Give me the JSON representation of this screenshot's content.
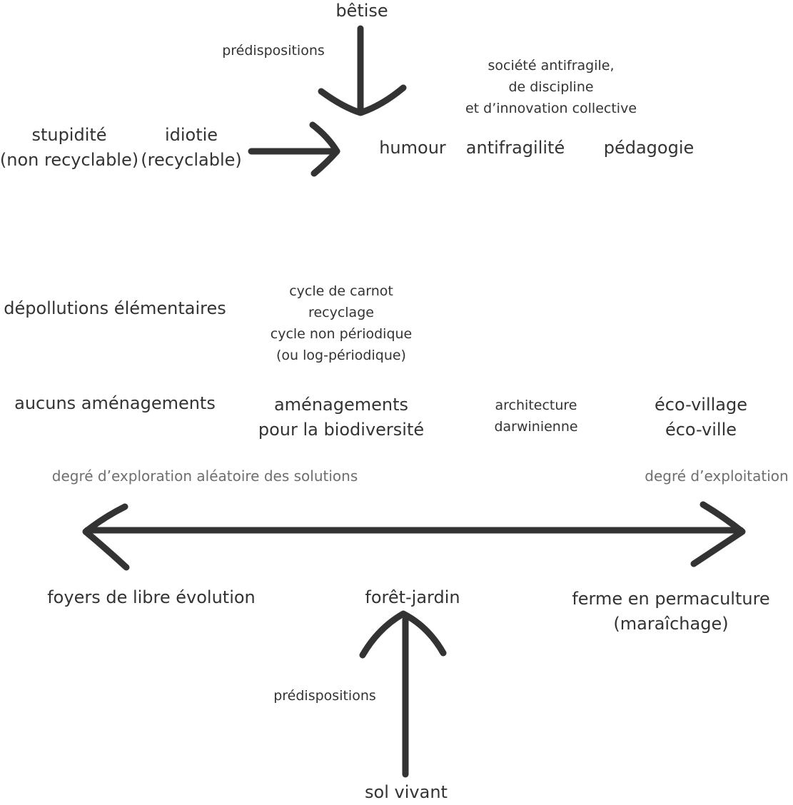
{
  "colors": {
    "ink": "#333333",
    "muted": "#6e6e6e",
    "background": "#ffffff"
  },
  "top": {
    "betise": "bêtise",
    "predispositions": "prédispositions",
    "societe": [
      "société antifragile,",
      "de discipline",
      "et d’innovation collective"
    ],
    "stupidite": [
      "stupidité",
      "(non recyclable)"
    ],
    "idiotie": [
      "idiotie",
      "(recyclable)"
    ],
    "humour": "humour",
    "antifragilite": "antifragilité",
    "pedagogie": "pédagogie"
  },
  "middle": {
    "depollutions": "dépollutions élémentaires",
    "cycle": [
      "cycle de carnot",
      "recyclage",
      "cycle non périodique",
      "(ou log-périodique)"
    ],
    "aucuns": "aucuns aménagements",
    "amenagements": [
      "aménagements",
      "pour la biodiversité"
    ],
    "architecture": [
      "architecture",
      "darwinienne"
    ],
    "eco": [
      "éco-village",
      "éco-ville"
    ]
  },
  "axis": {
    "left_label": "degré d’exploration aléatoire des solutions",
    "right_label": "degré d’exploitation"
  },
  "bottom": {
    "foyers": "foyers de libre évolution",
    "foret": "forêt-jardin",
    "ferme": [
      "ferme en permaculture",
      "(maraîchage)"
    ],
    "predispositions": "prédispositions",
    "sol": "sol vivant"
  }
}
